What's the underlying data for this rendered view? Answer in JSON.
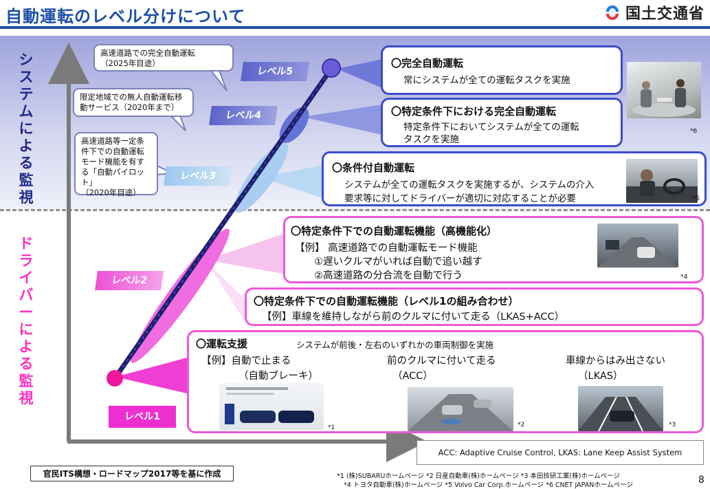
{
  "header": {
    "title": "自動運転のレベル分けについて",
    "org": "国土交通省",
    "brand_color": "#1a4fa8"
  },
  "axis_labels": {
    "system": "システムによる監視",
    "driver": "ドライバーによる監視"
  },
  "callouts": {
    "c5": "高速道路での完全自動運転\n（2025年目途）",
    "c4": "限定地域での無人自動運転移\n動サービス（2020年まで）",
    "c3": "高速道路等一定条\n件下での自動運転\nモード機能を有す\nる「自動パイロット」\n（2020年目途）"
  },
  "levels": {
    "l5": "レベル5",
    "l4": "レベル4",
    "l3": "レベル3",
    "l2": "レベル2",
    "l1": "レベル1"
  },
  "boxes": {
    "l5": {
      "title": "〇完全自動運転",
      "desc": "常にシステムが全ての運転タスクを実施"
    },
    "l4": {
      "title": "〇特定条件下における完全自動運転",
      "desc1": "特定条件下においてシステムが全ての運転",
      "desc2": "タスクを実施",
      "note": "*6"
    },
    "l3": {
      "title": "〇条件付自動運転",
      "desc1": "システムが全ての運転タスクを実施するが、システムの介入",
      "desc2": "要求等に対してドライバーが適切に対応することが必要",
      "note": "*5"
    },
    "l2a": {
      "title": "〇特定条件下での自動運転機能（高機能化）",
      "line1": "【例】 高速道路での自動運転モード機能",
      "line2": "①遅いクルマがいれば自動で追い越す",
      "line3": "②高速道路の分合流を自動で行う",
      "note": "*4"
    },
    "l2b": {
      "title": "〇特定条件下での自動運転機能（レベル1の組み合わせ）",
      "line1": "【例】車線を維持しながら前のクルマに付いて走る（LKAS+ACC）"
    },
    "l1": {
      "title": "〇運転支援",
      "subtitle": "システムが前後・左右のいずれかの車両制御を実施",
      "ex1a": "【例】自動で止まる",
      "ex1b": "（自動ブレーキ）",
      "note1": "*1",
      "ex2a": "前のクルマに付いて走る",
      "ex2b": "（ACC）",
      "note2": "*2",
      "ex3a": "車線からはみ出さない",
      "ex3b": "（LKAS）",
      "note3": "*3"
    }
  },
  "acc_note": "ACC: Adaptive Cruise Control,  LKAS: Lane Keep Assist System",
  "source": "官民ITS構想・ロードマップ2017等を基に作成",
  "credits": {
    "line1": "*1 (株)SUBARUホームページ  *2 日産自動車(株)ホームページ  *3 本田技研工業(株)ホームページ",
    "line2": "*4 トヨタ自動車(株)ホームページ    *5 Volvo Car Corp.ホームページ  *6 CNET JAPANホームページ"
  },
  "page_number": "8",
  "colors": {
    "system_blue": "#3b4cc9",
    "driver_pink": "#ee58d6",
    "axis": "#7a7a7a",
    "diagonal": "#1d1f6b"
  }
}
